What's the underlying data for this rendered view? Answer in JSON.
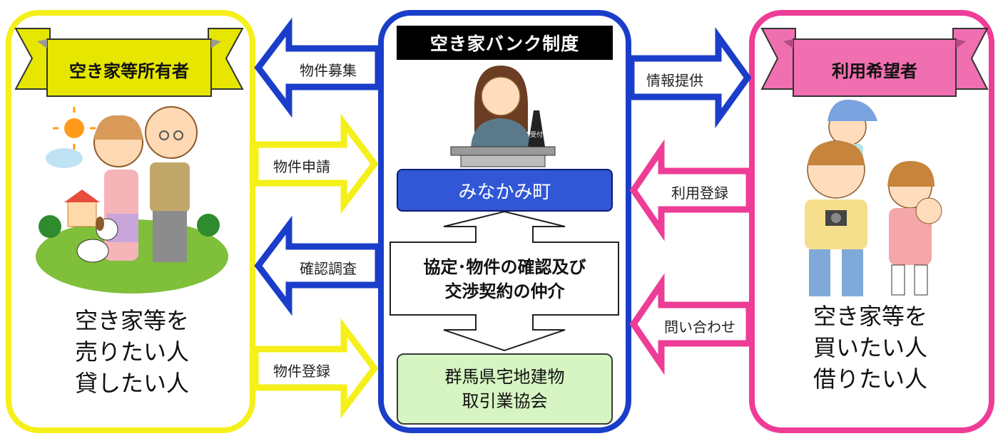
{
  "center": {
    "title": "空き家バンク制度",
    "town": "みなかみ町",
    "mediation_line1": "協定･物件の確認及び",
    "mediation_line2": "交渉契約の仲介",
    "association_line1": "群馬県宅地建物",
    "association_line2": "取引業協会",
    "reception_sign": "受付"
  },
  "owner": {
    "ribbon_label": "空き家等所有者",
    "desc_line1": "空き家等を",
    "desc_line2": "売りたい人",
    "desc_line3": "貸したい人"
  },
  "user": {
    "ribbon_label": "利用希望者",
    "desc_line1": "空き家等を",
    "desc_line2": "買いたい人",
    "desc_line3": "借りたい人"
  },
  "arrows": {
    "recruit": "物件募集",
    "apply": "物件申請",
    "confirm": "確認調査",
    "register": "物件登録",
    "info": "情報提供",
    "use_register": "利用登録",
    "inquiry": "問い合わせ"
  },
  "colors": {
    "owner": "#f5ef1a",
    "center": "#1a3ec9",
    "user": "#ee3d96",
    "town_box": "#3157d6",
    "association_box": "#d6f5c2",
    "owner_ribbon": "#e6e600",
    "user_ribbon": "#f06fb0"
  }
}
